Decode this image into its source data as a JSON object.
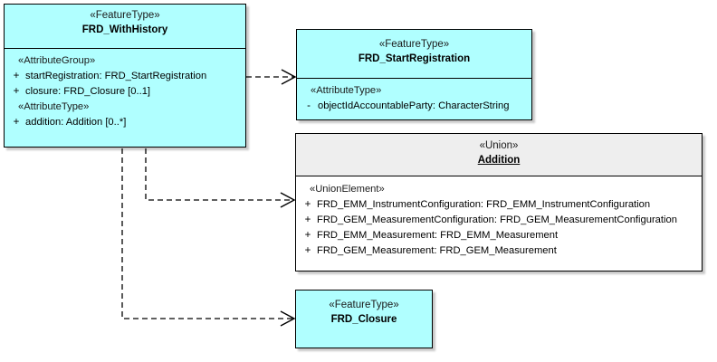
{
  "diagram": {
    "type": "uml-class-diagram",
    "background": "#ffffff",
    "colors": {
      "feature_type_fill": "#b0ffff",
      "union_header_fill": "#eeeeee",
      "union_body_fill": "#ffffff",
      "border": "#000000",
      "text": "#000000"
    }
  },
  "classes": [
    {
      "id": "frd-withhistory",
      "stereotype": "«FeatureType»",
      "name": "FRD_WithHistory",
      "underline": false,
      "compartments": [
        {
          "group_label": "«AttributeGroup»",
          "attributes": [
            {
              "visibility": "+",
              "text": "startRegistration: FRD_StartRegistration"
            },
            {
              "visibility": "+",
              "text": "closure: FRD_Closure [0..1]"
            }
          ]
        },
        {
          "group_label": "«AttributeType»",
          "attributes": [
            {
              "visibility": "+",
              "text": "addition: Addition [0..*]"
            }
          ]
        }
      ]
    },
    {
      "id": "frd-startregistration",
      "stereotype": "«FeatureType»",
      "name": "FRD_StartRegistration",
      "underline": false,
      "compartments": [
        {
          "group_label": "«AttributeType»",
          "attributes": [
            {
              "visibility": "-",
              "text": "objectIdAccountableParty: CharacterString"
            }
          ]
        }
      ]
    },
    {
      "id": "addition",
      "stereotype": "«Union»",
      "name": "Addition",
      "underline": true,
      "compartments": [
        {
          "group_label": "«UnionElement»",
          "attributes": [
            {
              "visibility": "+",
              "text": "FRD_EMM_InstrumentConfiguration: FRD_EMM_InstrumentConfiguration"
            },
            {
              "visibility": "+",
              "text": "FRD_GEM_MeasurementConfiguration: FRD_GEM_MeasurementConfiguration"
            },
            {
              "visibility": "+",
              "text": "FRD_EMM_Measurement: FRD_EMM_Measurement"
            },
            {
              "visibility": "+",
              "text": "FRD_GEM_Measurement: FRD_GEM_Measurement"
            }
          ]
        }
      ]
    },
    {
      "id": "frd-closure",
      "stereotype": "«FeatureType»",
      "name": "FRD_Closure",
      "underline": false,
      "compartments": []
    }
  ],
  "connectors": [
    {
      "id": "dep-withhistory-startregistration",
      "kind": "dependency",
      "from": "frd-withhistory",
      "to": "frd-startregistration",
      "style": "dashed",
      "arrow": "open"
    },
    {
      "id": "dep-withhistory-addition",
      "kind": "dependency",
      "from": "frd-withhistory",
      "to": "addition",
      "style": "dashed",
      "arrow": "open"
    },
    {
      "id": "dep-withhistory-closure",
      "kind": "dependency",
      "from": "frd-withhistory",
      "to": "frd-closure",
      "style": "dashed",
      "arrow": "open"
    }
  ]
}
